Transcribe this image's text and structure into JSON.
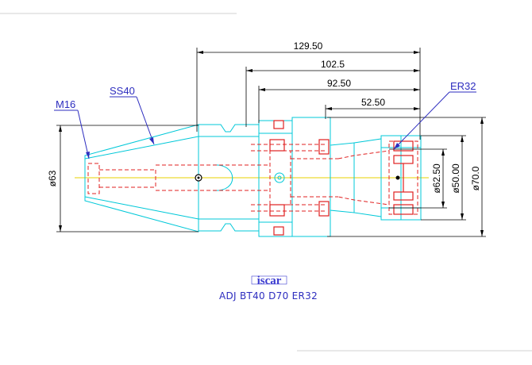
{
  "drawing": {
    "dimensions": {
      "overall_length": "129.50",
      "length_2": "102.5",
      "length_3": "92.50",
      "length_4": "52.50",
      "dia_taper": "ø63",
      "dia_1": "ø62.50",
      "dia_2": "ø50.00",
      "dia_3": "ø70.0"
    },
    "callouts": {
      "thread": "M16",
      "shank": "SS40",
      "collet": "ER32"
    },
    "logo_text": "iscar",
    "caption": "ADJ BT40 D70 ER32"
  },
  "colors": {
    "outline": "#00c8d8",
    "hidden": "#e02020",
    "center": "#e8d000",
    "dimension": "#000000",
    "callout": "#2d2dbf",
    "frame": "#d0d0d0"
  }
}
